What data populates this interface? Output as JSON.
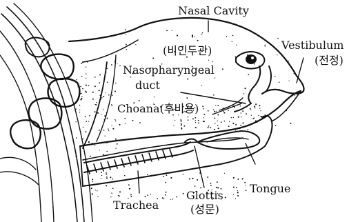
{
  "labels": {
    "nasal_cavity": "Nasal Cavity",
    "nasal_cavity_ko": "(비인두관)",
    "vestibulum": "Vestibulum",
    "vestibulum_ko": "(전정)",
    "nasopharyngeal_1": "Nasopharyngeal",
    "nasopharyngeal_2": "duct",
    "choana": "Choana(후비용)",
    "tongue": "Tongue",
    "glottis": "Glottis",
    "glottis_ko": "(성문)",
    "trachea": "Trachea"
  },
  "colors": {
    "ink": "#111111",
    "background": "#ffffff"
  }
}
